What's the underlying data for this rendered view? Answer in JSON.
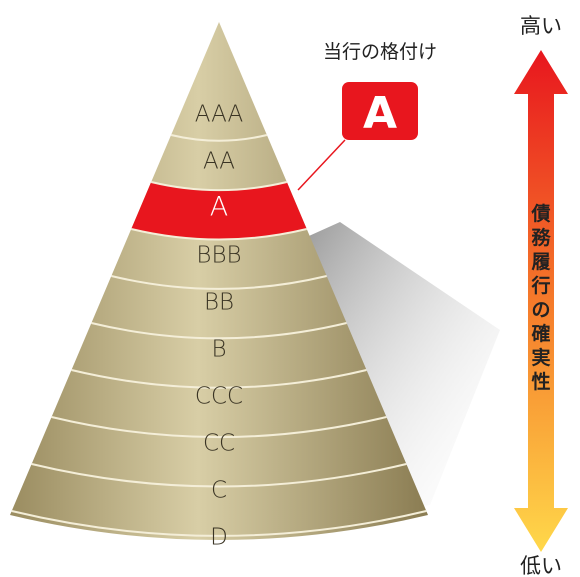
{
  "current_rating": {
    "caption": "当行の格付け",
    "badge": "A"
  },
  "grades": [
    {
      "label": "AAA",
      "highlighted": false
    },
    {
      "label": "AA",
      "highlighted": false
    },
    {
      "label": "A",
      "highlighted": true
    },
    {
      "label": "BBB",
      "highlighted": false
    },
    {
      "label": "BB",
      "highlighted": false
    },
    {
      "label": "B",
      "highlighted": false
    },
    {
      "label": "CCC",
      "highlighted": false
    },
    {
      "label": "CC",
      "highlighted": false
    },
    {
      "label": "C",
      "highlighted": false
    },
    {
      "label": "D",
      "highlighted": false
    }
  ],
  "scale": {
    "high_label": "高い",
    "low_label": "低い",
    "axis_title": [
      "債",
      "務",
      "履",
      "行",
      "の",
      "確",
      "実",
      "性"
    ]
  },
  "colors": {
    "cone_light": "#d4c89e",
    "cone_dark": "#8a7c52",
    "highlight": "#e8161e",
    "arrow_top": "#e8161e",
    "arrow_bottom": "#ffd84a",
    "text": "#222222"
  }
}
